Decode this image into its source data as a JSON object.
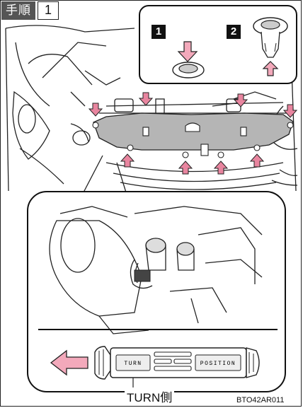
{
  "step": {
    "label": "手順",
    "number": "1"
  },
  "legend": {
    "item1": "1",
    "item2": "2"
  },
  "detail": {
    "knob_left": "TURN",
    "knob_right": "POSITION"
  },
  "caption": "TURN側",
  "figure_code": "BTO42AR011"
}
